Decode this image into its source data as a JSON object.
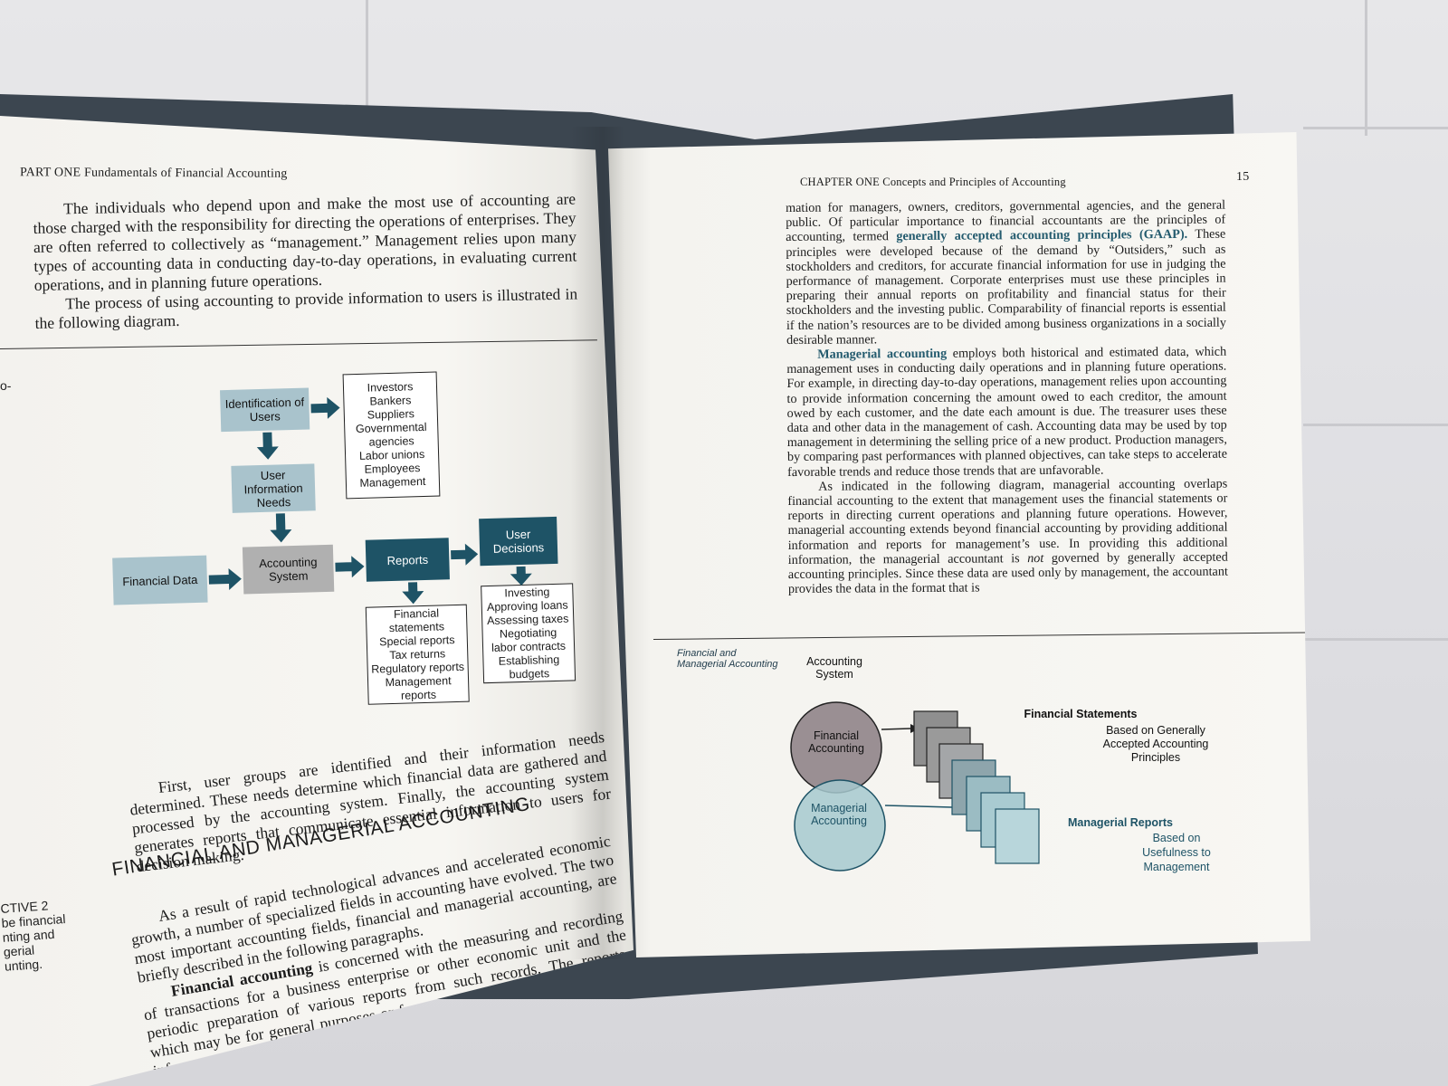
{
  "left_page": {
    "header": "PART ONE  Fundamentals of Financial Accounting",
    "para1": "The individuals who depend upon and make the most use of accounting are those charged with the responsibility for directing the operations of enterprises. They are often referred to collectively as “management.” Management relies upon many types of accounting data in conducting day-to-day operations, in evaluating current operations, and in planning future operations.",
    "para2": "The process of using accounting to provide information to users is illustrated in the following diagram.",
    "margin_fragment": "o-",
    "diagram": {
      "identification": "Identification of Users",
      "user_info_needs": "User Information Needs",
      "users_list": [
        "Investors",
        "Bankers",
        "Suppliers",
        "Governmental agencies",
        "Labor unions",
        "Employees",
        "Management"
      ],
      "financial_data": "Financial Data",
      "accounting_system": "Accounting System",
      "reports": "Reports",
      "user_decisions": "User Decisions",
      "reports_list": [
        "Financial statements",
        "Special reports",
        "Tax returns",
        "Regulatory reports",
        "Management reports"
      ],
      "decisions_list": [
        "Investing",
        "Approving loans",
        "Assessing taxes",
        "Negotiating labor contracts",
        "Establishing budgets"
      ]
    },
    "para3": "First, user groups are identified and their information needs determined. These needs determine which financial data are gathered and processed by the accounting system. Finally, the accounting system generates reports that communicate essential information to users for decision making.",
    "section_title": "FINANCIAL AND MANAGERIAL ACCOUNTING",
    "para4": "As a result of rapid technological advances and accelerated economic growth, a number of specialized fields in accounting have evolved. The two most important accounting fields, financial and managerial accounting, are briefly described in the following paragraphs.",
    "para5_term": "Financial accounting",
    "para5": " is concerned with the measuring and recording of transactions for a business enterprise or other economic unit and the periodic preparation of various reports from such records. The reports, which may be for general purposes or for a special purpose, provide useful infor-",
    "objective_note": [
      "CTIVE 2",
      "be financial",
      "nting and",
      "gerial",
      "unting."
    ]
  },
  "right_page": {
    "header": "CHAPTER ONE  Concepts and Principles of Accounting",
    "page_number": "15",
    "p1_a": "mation for managers, owners, creditors, governmental agencies, and the general public. Of particular importance to financial accountants are the principles of accounting, termed ",
    "p1_term": "generally accepted accounting principles (GAAP).",
    "p1_b": " These principles were developed because of the demand by “Outsiders,” such as stockholders and creditors, for accurate financial information for use in judging the performance of management. Corporate enterprises must use these principles in preparing their annual reports on profitability and financial status for their stockholders and the investing public. Comparability of financial reports is essential if the nation’s resources are to be divided among business organizations in a socially desirable manner.",
    "p2_term": "Managerial accounting",
    "p2": " employs both historical and estimated data, which management uses in conducting daily operations and in planning future operations. For example, in directing day-to-day operations, management relies upon accounting to provide information concerning the amount owed to each creditor, the amount owed by each customer, and the date each amount is due. The treasurer uses these data and other data in the management of cash. Accounting data may be used by top management in determining the selling price of a new product. Production managers, by comparing past performances with planned objectives, can take steps to accelerate favorable trends and reduce those trends that are unfavorable.",
    "p3_a": "As indicated in the following diagram, managerial accounting overlaps financial accounting to the extent that management uses the financial statements or reports in directing current operations and planning future operations. However, managerial accounting extends beyond financial accounting by providing additional information and reports for management’s use. In providing this additional information, the managerial accountant is ",
    "p3_not": "not",
    "p3_b": " governed by generally accepted accounting principles. Since these data are used only by management, the accountant provides the data in the format that is",
    "diagram": {
      "caption": "Financial and Managerial Accounting",
      "accounting_system": "Accounting System",
      "financial_accounting": "Financial Accounting",
      "managerial_accounting": "Managerial Accounting",
      "fs_title": "Financial Statements",
      "fs_sub": "Based on Generally Accepted Accounting Principles",
      "mr_title": "Managerial Reports",
      "mr_sub": "Based on Usefulness to Management"
    }
  }
}
